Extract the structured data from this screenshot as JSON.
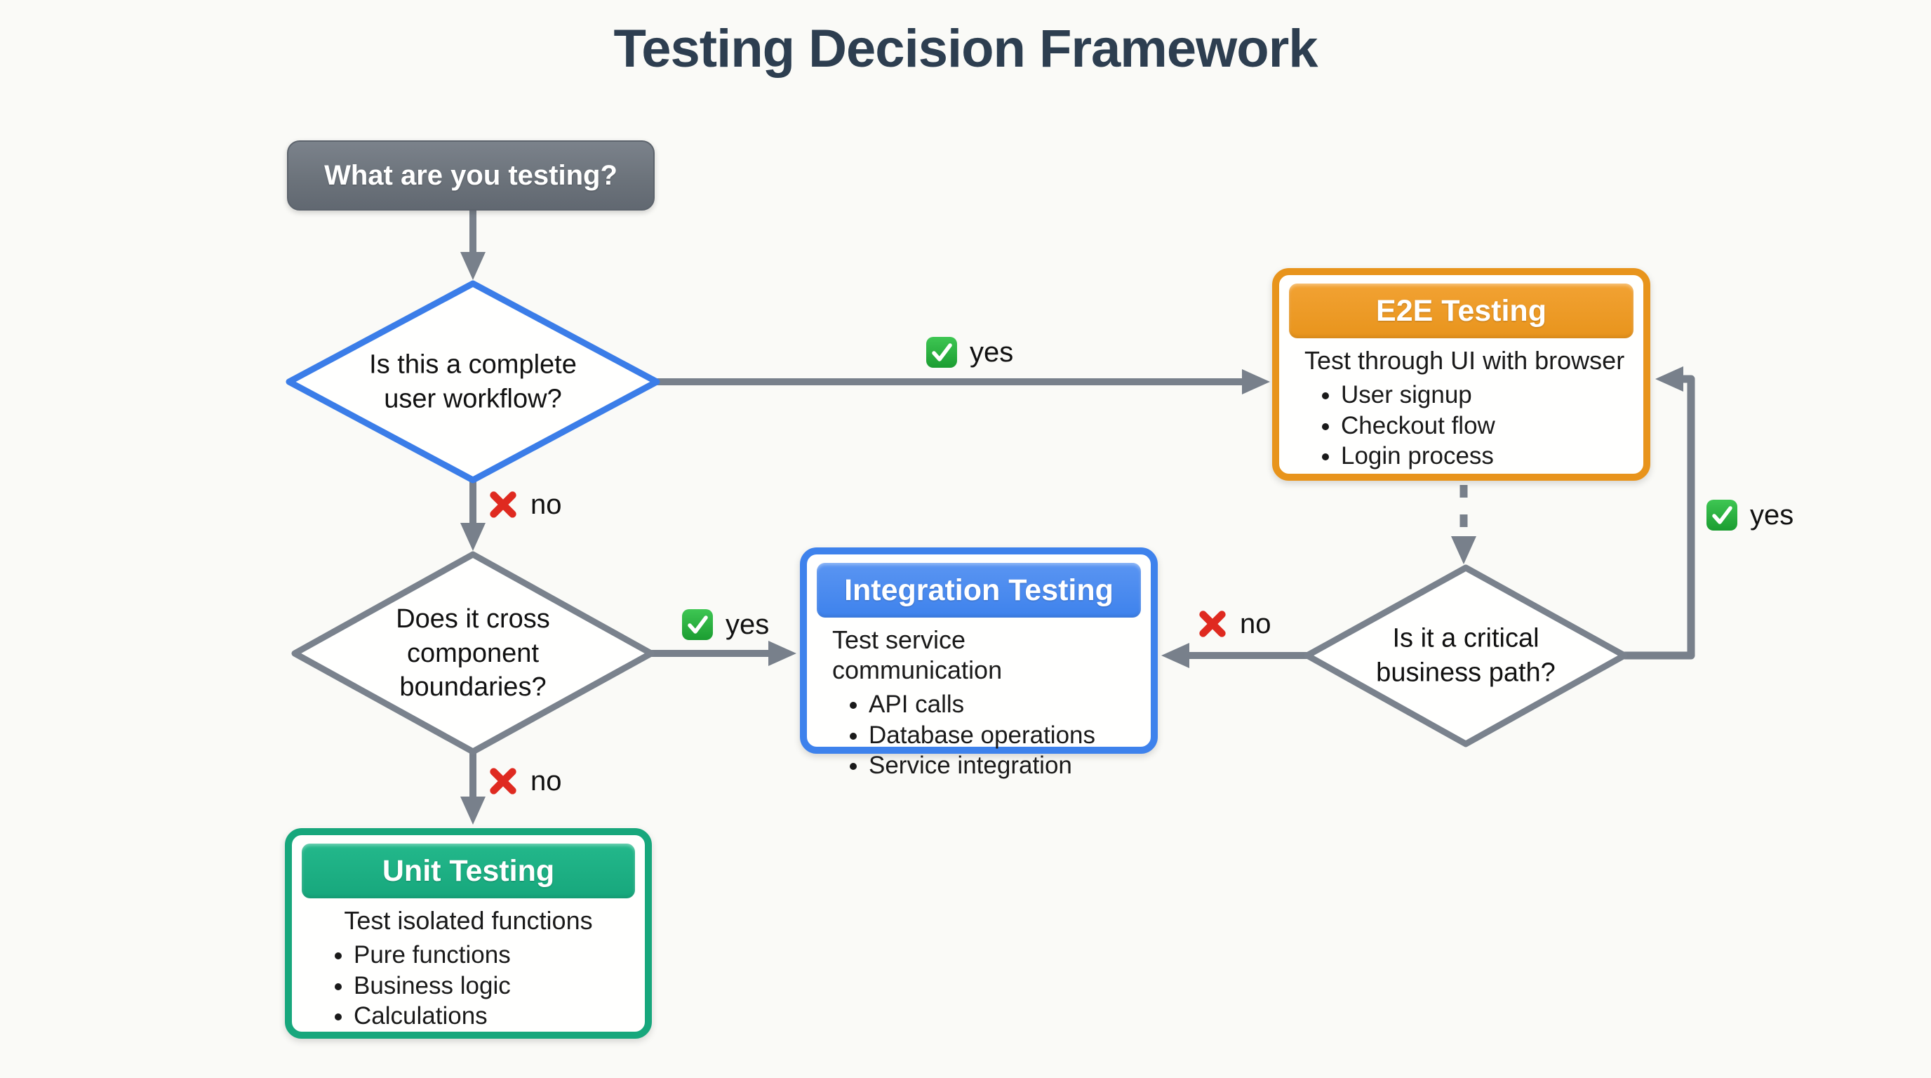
{
  "title": "Testing Decision Framework",
  "start": {
    "label": "What are you testing?"
  },
  "decisions": {
    "workflow": {
      "text": "Is this a complete\nuser workflow?"
    },
    "boundaries": {
      "text": "Does it cross\ncomponent\nboundaries?"
    },
    "critical": {
      "text": "Is it a critical\nbusiness path?"
    }
  },
  "cards": {
    "e2e": {
      "title": "E2E Testing",
      "lead": "Test through UI with browser",
      "bullets": [
        "User signup",
        "Checkout flow",
        "Login process"
      ]
    },
    "integration": {
      "title": "Integration Testing",
      "lead": "Test service communication",
      "bullets": [
        "API calls",
        "Database operations",
        "Service integration"
      ]
    },
    "unit": {
      "title": "Unit Testing",
      "lead": "Test isolated functions",
      "bullets": [
        "Pure functions",
        "Business logic",
        "Calculations"
      ]
    }
  },
  "labels": {
    "workflow_yes": "yes",
    "workflow_no": "no",
    "boundaries_yes": "yes",
    "boundaries_no": "no",
    "critical_yes": "yes",
    "critical_no": "no"
  },
  "icons": {
    "yes": "check-icon",
    "no": "cross-icon"
  },
  "colors": {
    "background": "#FAFAF7",
    "title": "#2D3E50",
    "text": "#1A1A1A",
    "arrow_gray": "#78808B",
    "decision_blue": "#3B7DE8",
    "decision_gray": "#7A828D",
    "start_gray": "#6C737B",
    "e2e_orange": "#E8941C",
    "integration_blue": "#3E82EC",
    "unit_green": "#17A77C",
    "yes_green": "#2DB043",
    "no_red": "#DF2A20"
  }
}
